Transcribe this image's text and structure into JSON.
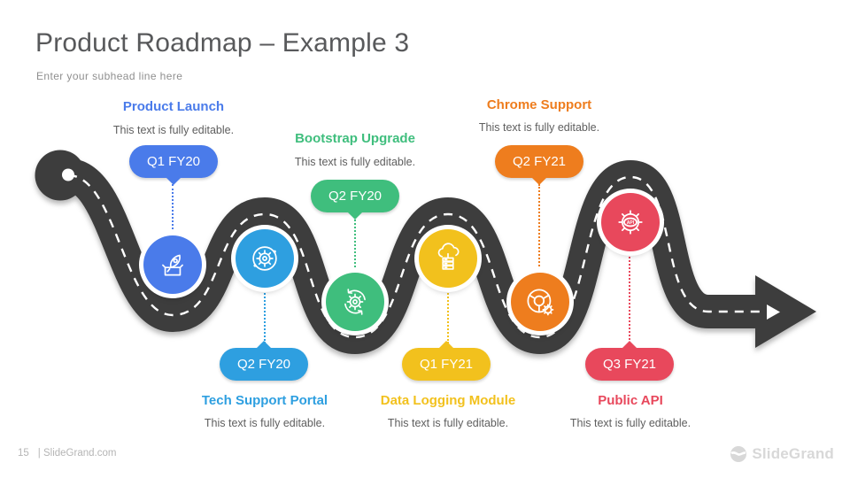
{
  "slide": {
    "title": "Product Roadmap – Example 3",
    "subhead": "Enter your subhead line here"
  },
  "road": {
    "color": "#3e3e3e",
    "centerline_color": "#ffffff"
  },
  "milestones": [
    {
      "title": "Product Launch",
      "desc": "This text is fully editable.",
      "badge": "Q1 FY20",
      "color": "#4a7bea",
      "icon": "rocket-box-icon"
    },
    {
      "title": "Bootstrap Upgrade",
      "desc": "This text is fully editable.",
      "badge": "Q2 FY20",
      "color": "#3fbe7d",
      "icon": "upgrade-gear-icon"
    },
    {
      "title": "Chrome Support",
      "desc": "This text is fully editable.",
      "badge": "Q2 FY21",
      "color": "#ee7d1e",
      "icon": "chrome-icon"
    },
    {
      "title": "Tech Support Portal",
      "desc": "This text is fully editable.",
      "badge": "Q2 FY20",
      "color": "#2e9fe0",
      "icon": "support-gear-icon"
    },
    {
      "title": "Data Logging Module",
      "desc": "This text is fully editable.",
      "badge": "Q1 FY21",
      "color": "#f2c11d",
      "icon": "cloud-database-icon"
    },
    {
      "title": "Public API",
      "desc": "This text is fully editable.",
      "badge": "Q3 FY21",
      "color": "#e8485c",
      "icon": "api-gear-icon"
    }
  ],
  "footer": {
    "page_number": "15",
    "site": "| SlideGrand.com",
    "brand": "SlideGrand"
  }
}
